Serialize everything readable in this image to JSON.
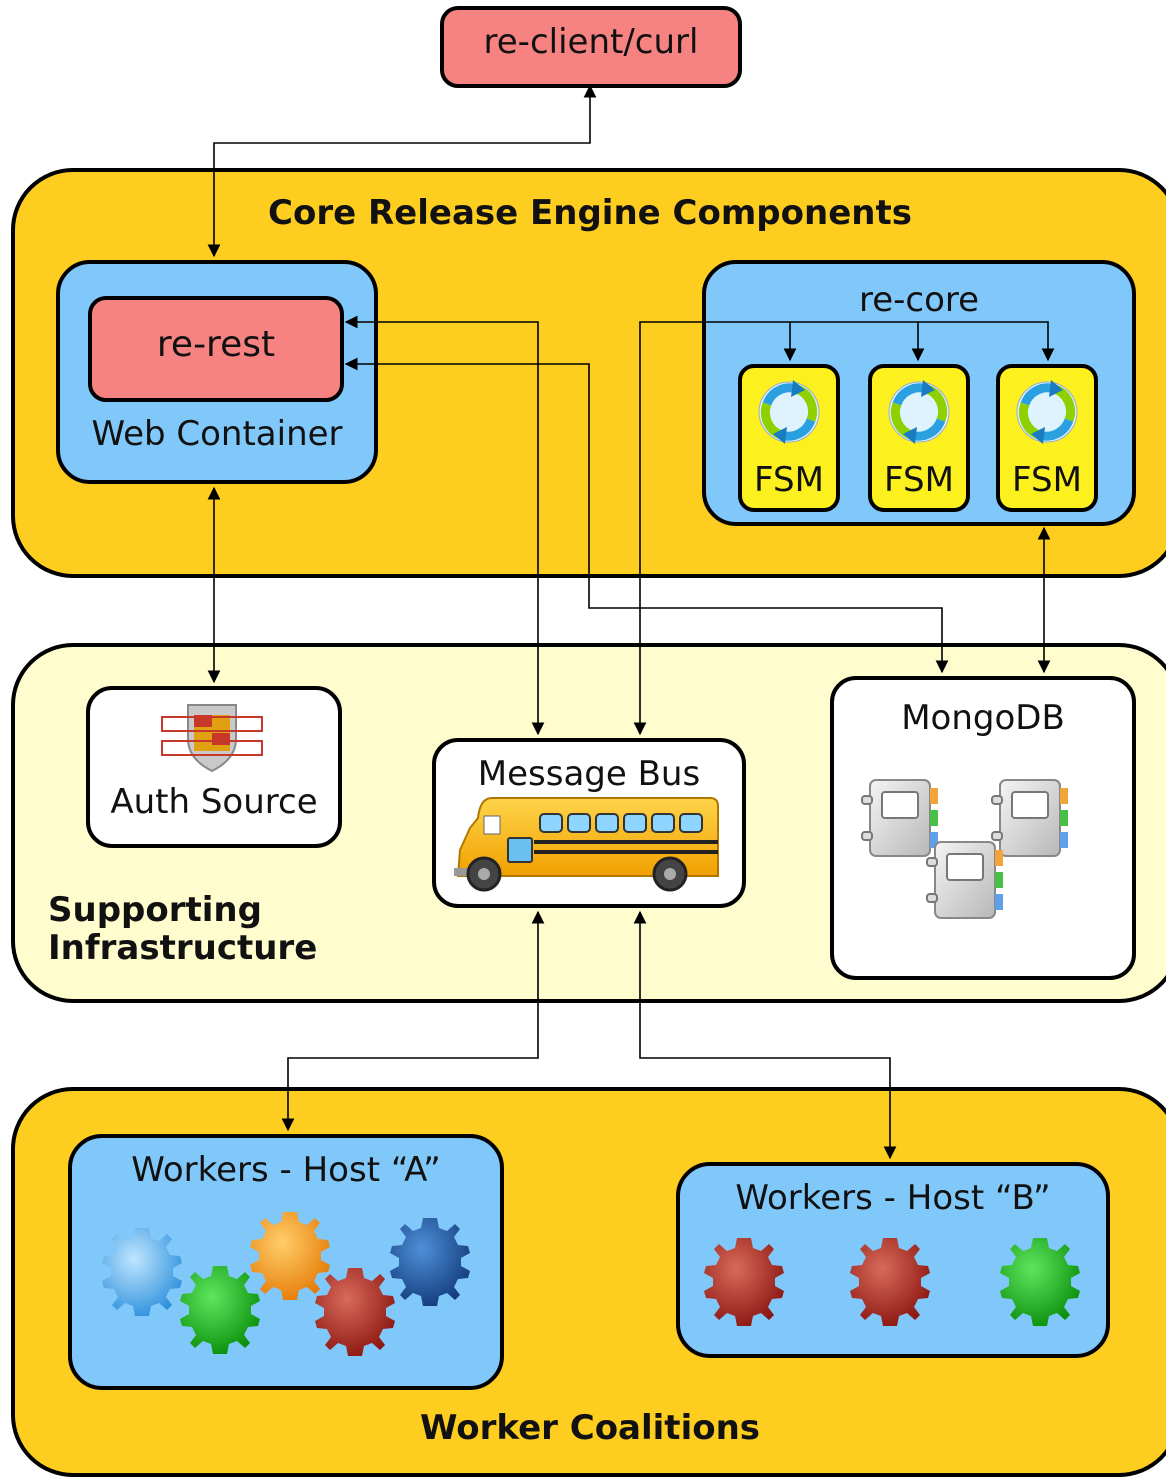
{
  "client": {
    "label": "re-client/curl"
  },
  "core": {
    "title": "Core Release Engine Components",
    "web_container": {
      "label": "Web Container",
      "rest_label": "re-rest"
    },
    "re_core": {
      "label": "re-core",
      "fsm_labels": [
        "FSM",
        "FSM",
        "FSM"
      ]
    }
  },
  "infra": {
    "title_line1": "Supporting",
    "title_line2": "Infrastructure",
    "auth": {
      "label": "Auth Source"
    },
    "bus": {
      "label": "Message Bus"
    },
    "mongo": {
      "label": "MongoDB"
    }
  },
  "workers": {
    "title": "Worker Coalitions",
    "host_a": {
      "label": "Workers - Host “A”"
    },
    "host_b": {
      "label": "Workers - Host “B”"
    }
  },
  "colors": {
    "band_yellow": "#fdcd1f",
    "band_light": "#fffcce",
    "panel_blue": "#81c8fa",
    "box_red": "#f68282",
    "fsm_yellow": "#fdf01f"
  }
}
